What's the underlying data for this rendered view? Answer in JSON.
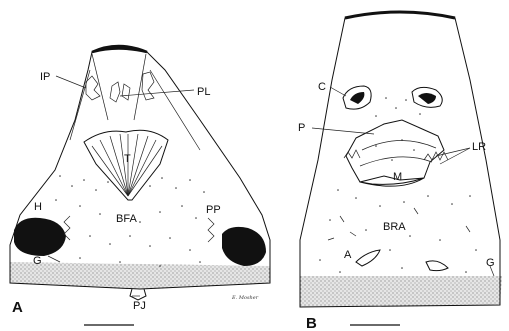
{
  "figure": {
    "panel_a": {
      "letter": "A",
      "labels": {
        "ip": "IP",
        "pl": "PL",
        "t": "T",
        "h": "H",
        "bfa": "BFA",
        "pp": "PP",
        "g": "G",
        "pj": "PJ"
      },
      "signature": "E. Mosher"
    },
    "panel_b": {
      "letter": "B",
      "labels": {
        "c": "C",
        "p": "P",
        "lr": "LR",
        "m": "M",
        "bra": "BRA",
        "a": "A",
        "g": "G"
      }
    }
  }
}
